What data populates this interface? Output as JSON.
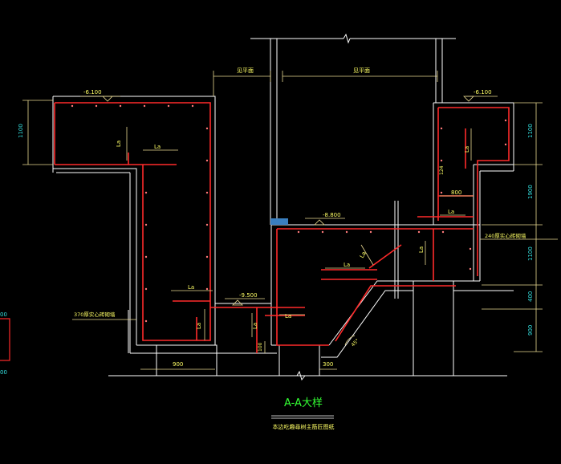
{
  "colors": {
    "background": "#000000",
    "outline": "#ffffff",
    "rebar": "#ff2a2a",
    "dimension": "#e8d890",
    "text": "#ffff66",
    "dim_text": "#33e0e0",
    "title": "#33ff33",
    "marker": "#3a7fbf"
  },
  "title": {
    "main": "A-A大样",
    "sub": "本边吃趣尋树主筋匠图纸"
  },
  "levels": {
    "left_top": "-6.100",
    "right_top": "-6.100",
    "middle": "-8.800",
    "bottom": "-9.500"
  },
  "labels": {
    "lap": "La",
    "wall_note_left": "370厚实心砖砌墙",
    "wall_note_right": "240厚实心砖砌墙",
    "bar_tag": "124",
    "top_dim_left": "见平面",
    "top_dim_right": "见平面"
  },
  "dims": {
    "left_1100": "1100",
    "right_1100": "1100",
    "right_1900": "1900",
    "right_1100b": "1100",
    "right_400": "400",
    "right_900": "900",
    "inner_800": "800",
    "bottom_900": "900",
    "bottom_300": "300",
    "bottom_100": "100",
    "slope": "45°"
  },
  "edge": {
    "left_a": "00",
    "left_b": "00"
  }
}
